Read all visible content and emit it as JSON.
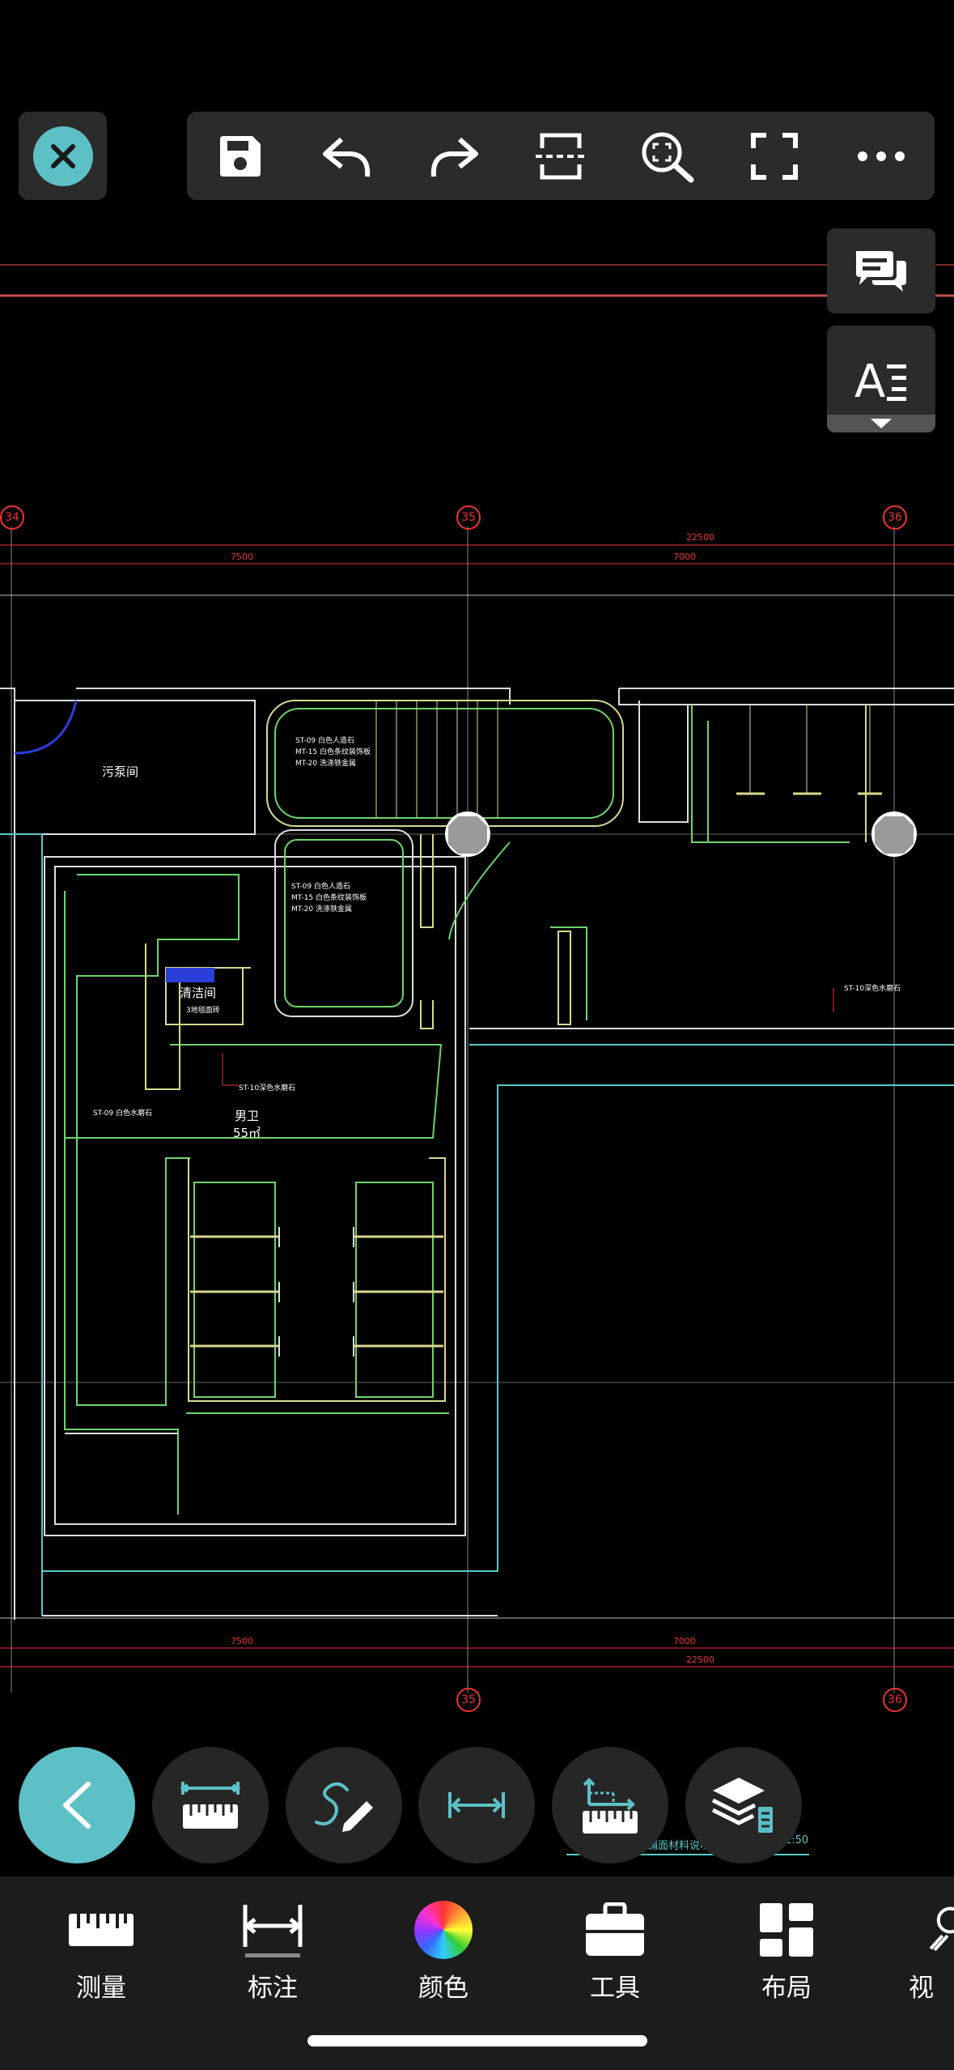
{
  "drawing": {
    "axes": [
      "34",
      "35",
      "36",
      "35",
      "36"
    ],
    "dimensions": {
      "total": "22500",
      "left": "7500",
      "right": "7000"
    },
    "rooms": {
      "pump_room": "污泵间",
      "janitor": "清洁间",
      "mens_toilet": "男卫",
      "mens_area": "55㎡"
    },
    "annotations": {
      "a1": "ST-09 白色人造石",
      "a2": "MT-15 白色条纹装饰板",
      "a3": "MT-20 洗涤铁金属",
      "b1": "ST-09 白色人造石",
      "b2": "MT-15 白色条纹装饰板",
      "b3": "MT-20 洗涤铁金属",
      "c1": "ST-10深色水磨石",
      "c2": "ST-09 白色水磨石",
      "c3": "ST-10深色水磨石",
      "janitor_note": "3地毯面砖",
      "bottom_note": "铺面材料说明",
      "bottom_scale": "1:50"
    }
  },
  "tabs": [
    {
      "label": "测量",
      "icon": "ruler-icon"
    },
    {
      "label": "标注",
      "icon": "dimension-icon"
    },
    {
      "label": "颜色",
      "icon": "color-wheel-icon"
    },
    {
      "label": "工具",
      "icon": "toolbox-icon"
    },
    {
      "label": "布局",
      "icon": "layout-grid-icon"
    },
    {
      "label": "视觉",
      "icon": "visual-icon"
    }
  ],
  "colors": {
    "accent": "#5ec0c7",
    "panel": "#2b2b2b",
    "tabbar": "#1c1c1c"
  }
}
